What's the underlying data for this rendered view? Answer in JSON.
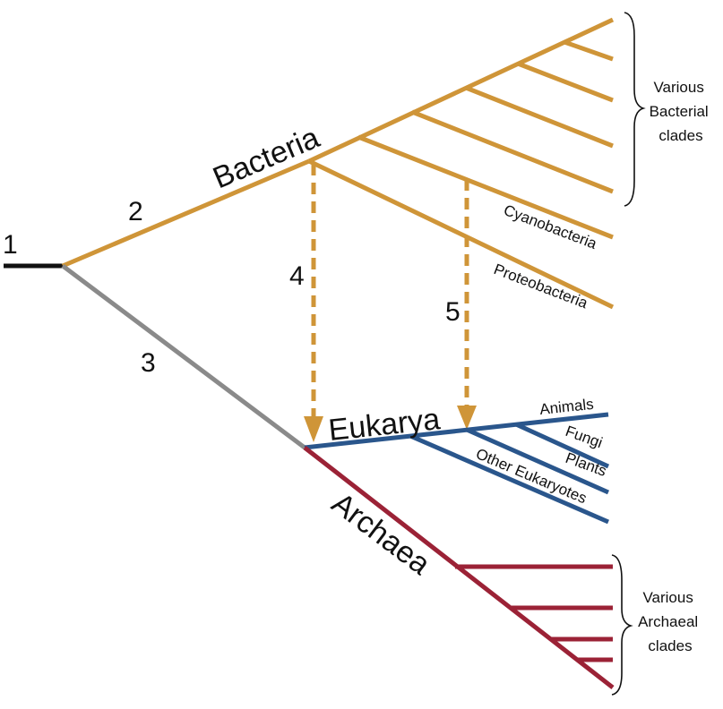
{
  "colors": {
    "bacteria": "#CF9538",
    "eukarya": "#2A568C",
    "archaea": "#9B2236",
    "root": "#111111",
    "stem": "#8A8A8A",
    "brace": "#111111"
  },
  "numbers": {
    "n1": "1",
    "n2": "2",
    "n3": "3",
    "n4": "4",
    "n5": "5"
  },
  "domains": {
    "bacteria": "Bacteria",
    "eukarya": "Eukarya",
    "archaea": "Archaea"
  },
  "bacteria_clades": {
    "cyanobacteria": "Cyanobacteria",
    "proteobacteria": "Proteobacteria",
    "group_label": [
      "Various",
      "Bacterial",
      "clades"
    ]
  },
  "eukarya_clades": {
    "animals": "Animals",
    "fungi": "Fungi",
    "plants": "Plants",
    "other": "Other Eukaryotes"
  },
  "archaea_clades": {
    "group_label": [
      "Various",
      "Archaeal",
      "clades"
    ]
  }
}
